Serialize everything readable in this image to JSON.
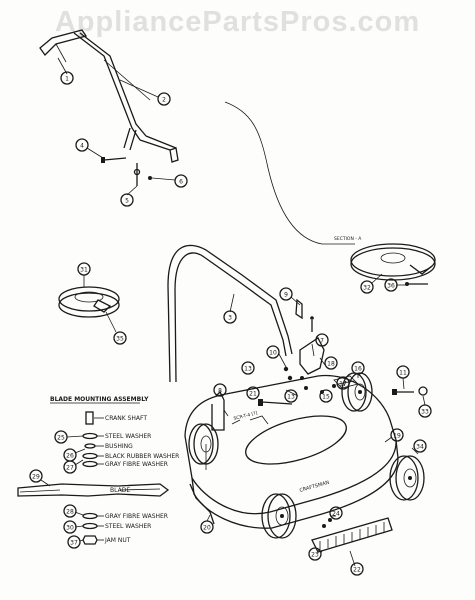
{
  "watermark": "AppliancePartsPros.com",
  "section_label": "SECTION - A",
  "brand_label": "CRAFTSMAN",
  "blade_assembly": {
    "title": "BLADE MOUNTING ASSEMBLY",
    "labels": {
      "crank_shaft": "CRANK SHAFT",
      "steel_washer_top": "STEEL WASHER",
      "bushing": "BUSHING",
      "black_rubber_washer": "BLACK RUBBER WASHER",
      "gray_fibre_washer_top": "GRAY FIBRE WASHER",
      "blade": "BLADE",
      "gray_fibre_washer_bottom": "GRAY FIBRE WASHER",
      "steel_washer_bottom": "STEEL WASHER",
      "jam_nut": "JAM NUT"
    }
  },
  "callouts": {
    "c1": "1",
    "c2": "2",
    "c3": "3",
    "c4": "4",
    "c5": "5",
    "c6": "6",
    "c7": "7",
    "c8": "8",
    "c9": "9",
    "c10": "10",
    "c11": "11",
    "c13": "13",
    "c15": "15",
    "c16": "16",
    "c17": "17",
    "c18": "18",
    "c19": "19",
    "c20": "20",
    "c21": "21",
    "c22": "22",
    "c23": "23",
    "c24": "24",
    "c25": "25",
    "c26": "26",
    "c27": "27",
    "c28": "28",
    "c29": "29",
    "c30": "30",
    "c31": "31",
    "c32": "32",
    "c33": "33",
    "c34": "34",
    "c35": "35",
    "c36": "36",
    "c37": "37"
  }
}
